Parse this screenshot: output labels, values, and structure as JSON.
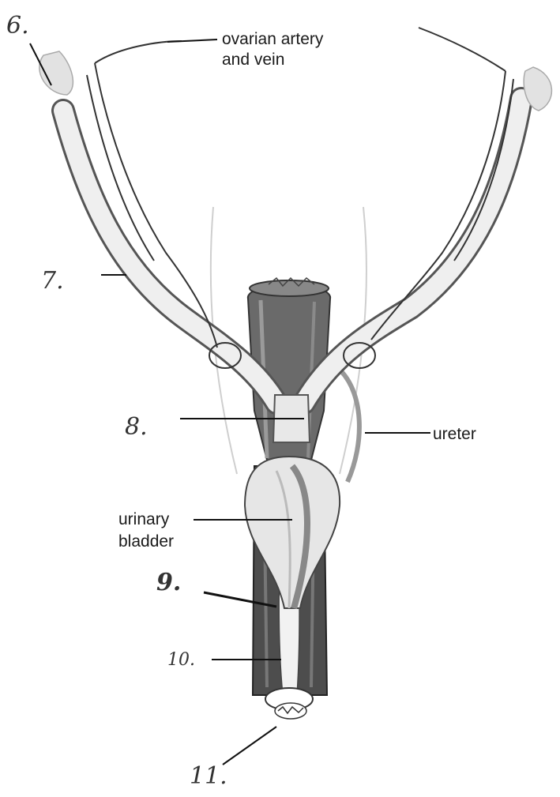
{
  "labels": {
    "ovarian_line1": "ovarian artery",
    "ovarian_line2": "and vein",
    "ureter": "ureter",
    "bladder_line1": "urinary",
    "bladder_line2": "bladder"
  },
  "numbers": {
    "n6": "6.",
    "n7": "7.",
    "n8": "8.",
    "n9": "9.",
    "n10": "10.",
    "n11": "11."
  }
}
